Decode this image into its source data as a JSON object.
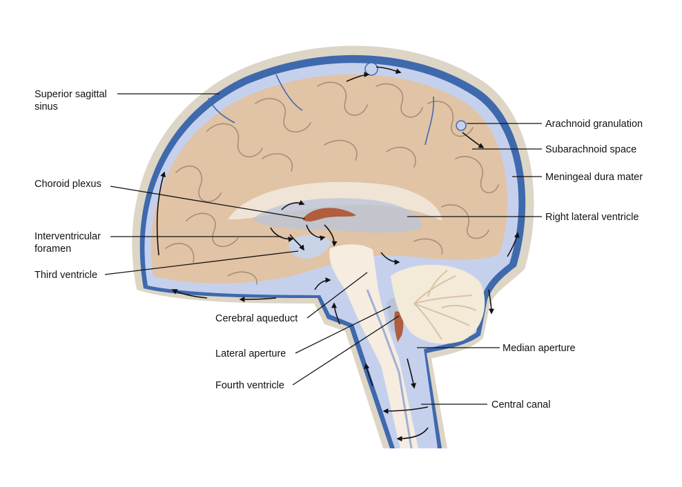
{
  "colors": {
    "skull": "#ddd5c6",
    "dura": "#3f69ad",
    "csf": "#c5d1ec",
    "brain": "#e1c3a6",
    "brainstem": "#f6ece0",
    "choroid": "#b05e3f",
    "arrow": "#111111"
  },
  "labels": {
    "superior_sagittal_sinus_l1": "Superior sagittal",
    "superior_sagittal_sinus_l2": "sinus",
    "choroid_plexus": "Choroid plexus",
    "interventricular_foramen_l1": "Interventricular",
    "interventricular_foramen_l2": "foramen",
    "third_ventricle": "Third ventricle",
    "cerebral_aqueduct": "Cerebral aqueduct",
    "lateral_aperture": "Lateral aperture",
    "fourth_ventricle": "Fourth ventricle",
    "arachnoid_granulation": "Arachnoid granulation",
    "subarachnoid_space": "Subarachnoid space",
    "meningeal_dura_mater": "Meningeal dura mater",
    "right_lateral_ventricle": "Right lateral ventricle",
    "median_aperture": "Median aperture",
    "central_canal": "Central canal"
  },
  "icons": {
    "flow_arrow": "csf-flow-arrow-icon"
  }
}
